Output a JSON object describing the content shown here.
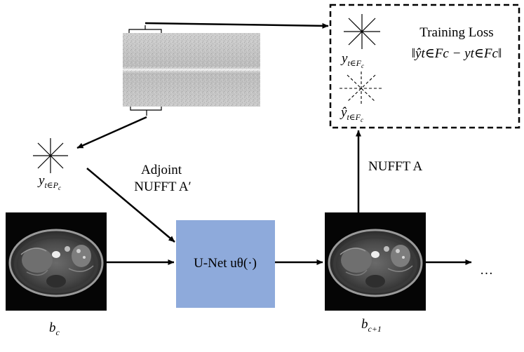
{
  "diagram": {
    "training_loss": {
      "title": "Training Loss",
      "formula": "‖ŷt∈Fc − yt∈Fc‖"
    },
    "labels": {
      "y_target": {
        "base": "y",
        "sub": "t∈F",
        "subsub": "c"
      },
      "y_hat_target": {
        "base": "ŷ",
        "sub": "t∈F",
        "subsub": "c"
      },
      "y_input": {
        "base": "y",
        "sub": "t∈P",
        "subsub": "c"
      },
      "adjoint_line1": "Adjoint",
      "adjoint_line2": "NUFFT A′",
      "nufft_forward": "NUFFT A",
      "unet": "U-Net uθ(·)",
      "b_c": {
        "base": "b",
        "sub": "c"
      },
      "b_c1": {
        "base": "b",
        "sub": "c+1"
      },
      "ellipsis": "…"
    },
    "colors": {
      "unet_box": "#8eaadb",
      "loss_border": "#000000",
      "arrow": "#000000"
    }
  }
}
